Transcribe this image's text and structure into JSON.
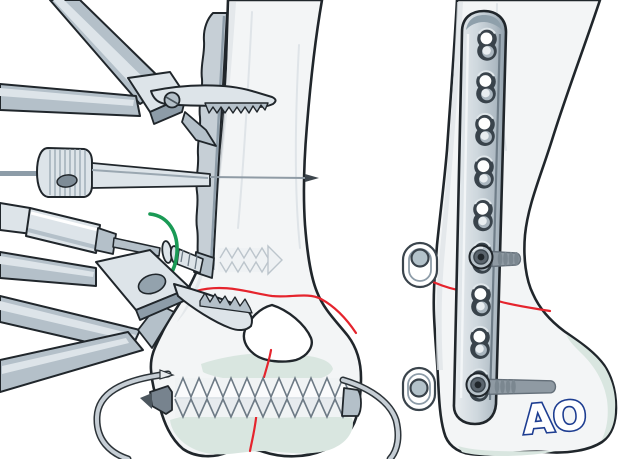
{
  "title": "Surgical fixation illustration",
  "logo": {
    "text": "AO",
    "color": "#1d3d91"
  },
  "colors": {
    "outline": "#20262b",
    "bone": "#f3f5f6",
    "bone_shade": "#e0e5e9",
    "steel_light": "#dde4e9",
    "steel_mid": "#b4c0c9",
    "steel_dark": "#8d9ca8",
    "steel_deep": "#6b7884",
    "cartilage": "#d9e6e0",
    "red": "#e5242d",
    "green": "#1a9a55",
    "blue": "#1d3d91",
    "hole_dark": "#39434b"
  },
  "left_panel": {
    "name": "reduction-and-temporary-fixation",
    "icons": [
      "reduction-forceps-icon",
      "drill-sleeve-icon",
      "guide-wire-icon",
      "screwdriver-icon",
      "rotation-arrow-icon",
      "lag-screw-icon",
      "bent-wire-icon",
      "fracture-line-icon",
      "edge-plate-icon"
    ],
    "fracture_lines": 2,
    "clamps": 2,
    "bent_wires": 2
  },
  "right_panel": {
    "name": "final-plate-fixation",
    "plate": {
      "holes": 9,
      "screws": [
        {
          "hole_index": 6,
          "shaft_length": 30
        },
        {
          "hole_index": 9,
          "shaft_length": 68
        }
      ]
    },
    "fracture_lines": 1,
    "detached_screw_icons": 2
  }
}
